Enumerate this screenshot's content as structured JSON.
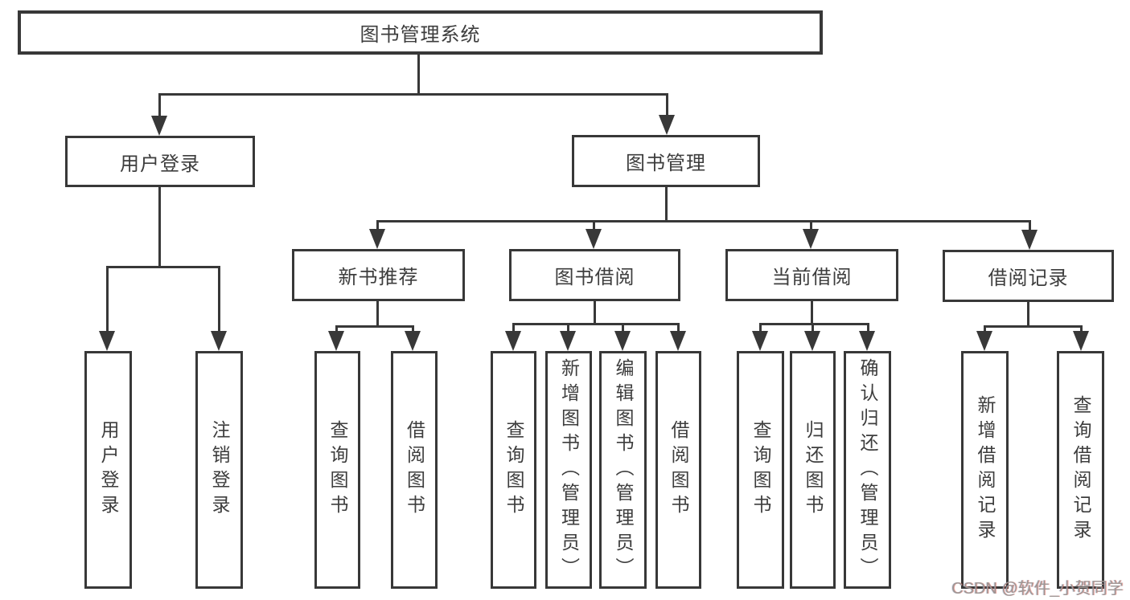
{
  "colors": {
    "line": "#383838",
    "text": "#3d3d3d",
    "background": "#ffffff",
    "watermark": "#9e9694"
  },
  "watermark": "CSDN @软件_小贺同学",
  "tree": {
    "root": {
      "label": "图书管理系统"
    },
    "user_login": {
      "label": "用户登录"
    },
    "book_mgmt": {
      "label": "图书管理"
    },
    "new_book_rec": {
      "label": "新书推荐"
    },
    "book_borrow": {
      "label": "图书借阅"
    },
    "current_borrow": {
      "label": "当前借阅"
    },
    "borrow_record": {
      "label": "借阅记录"
    },
    "user_login_children": [
      {
        "label": "用户登录"
      },
      {
        "label": "注销登录"
      }
    ],
    "new_book_rec_children": [
      {
        "label": "查询图书"
      },
      {
        "label": "借阅图书"
      }
    ],
    "book_borrow_children": [
      {
        "label": "查询图书"
      },
      {
        "label": "新增图书（管理员）"
      },
      {
        "label": "编辑图书（管理员）"
      },
      {
        "label": "借阅图书"
      }
    ],
    "current_borrow_children": [
      {
        "label": "查询图书"
      },
      {
        "label": "归还图书"
      },
      {
        "label": "确认归还（管理员）"
      }
    ],
    "borrow_record_children": [
      {
        "label": "新增借阅记录"
      },
      {
        "label": "查询借阅记录"
      }
    ]
  }
}
